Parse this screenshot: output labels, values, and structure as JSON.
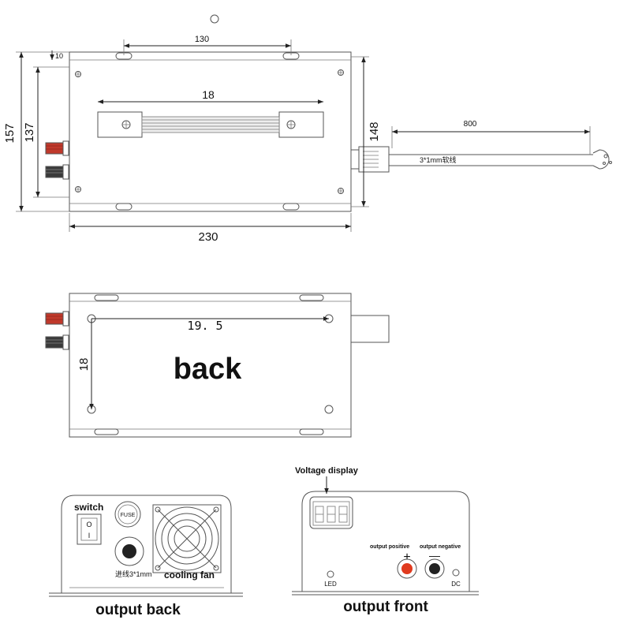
{
  "top_view": {
    "dim_130": "130",
    "dim_10": "10",
    "dim_18": "18",
    "dim_157": "157",
    "dim_137": "137",
    "dim_148": "148",
    "dim_230": "230",
    "dim_800": "800",
    "cable_label": "3*1mm软线"
  },
  "back_view": {
    "title": "back",
    "dim_195": "19. 5",
    "dim_18": "18"
  },
  "output_back": {
    "caption": "output back",
    "switch_label": "switch",
    "switch_on": "O",
    "switch_off": "I",
    "fuse_label": "FUSE",
    "inlet_label": "进线3*1mm",
    "fan_label": "cooling fan"
  },
  "output_front": {
    "caption": "output front",
    "voltage_display_label": "Voltage display",
    "positive_label": "output positive",
    "negative_label": "output negative",
    "plus_symbol": "+",
    "minus_symbol": "—",
    "led_label": "LED",
    "dc_label": "DC"
  },
  "colors": {
    "terminal_red": "#c0392b",
    "terminal_black": "#3a3a3a",
    "line": "#555555"
  }
}
